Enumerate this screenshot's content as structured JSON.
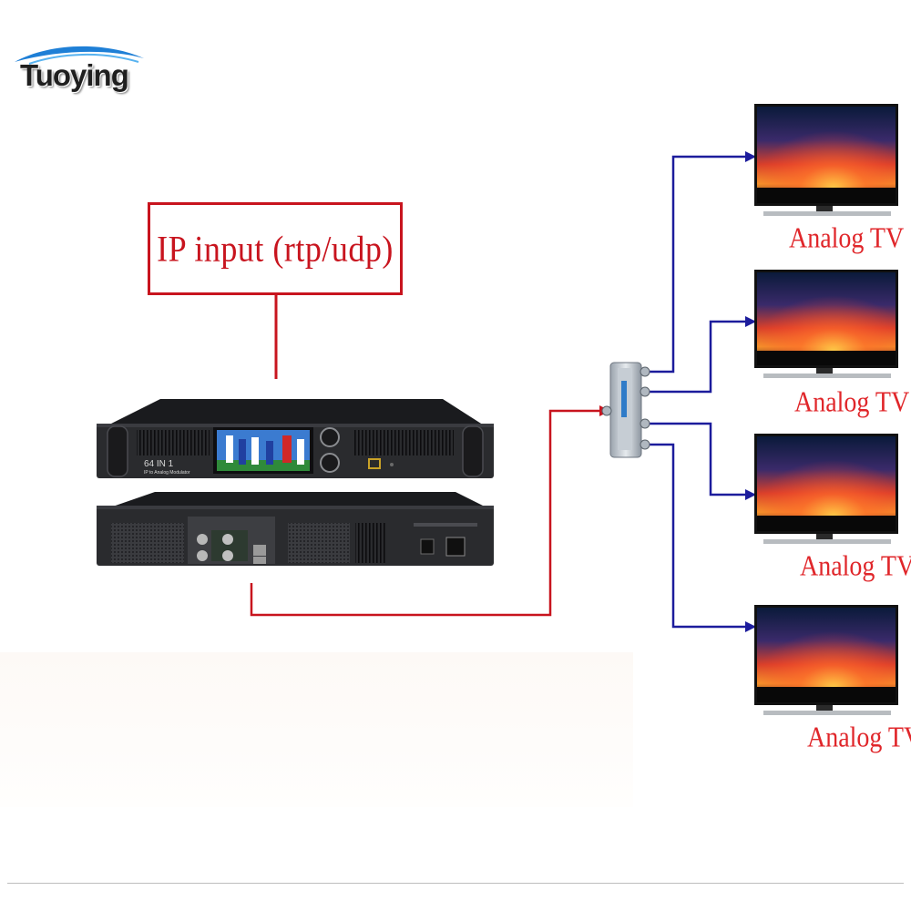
{
  "brand": {
    "name": "Tuoying"
  },
  "input_label": {
    "text": "IP input (rtp/udp)"
  },
  "device": {
    "front_model": "64 IN 1",
    "front_subtitle": "IP to Analog Modulator"
  },
  "outputs": [
    {
      "label": "Analog TV"
    },
    {
      "label": "Analog TV"
    },
    {
      "label": "Analog TV"
    },
    {
      "label": "Analog TV"
    }
  ],
  "colors": {
    "input_line": "#c8141e",
    "output_line": "#1c1c9c",
    "label_red": "#e0262a",
    "device_body": "#2a2b2e"
  }
}
